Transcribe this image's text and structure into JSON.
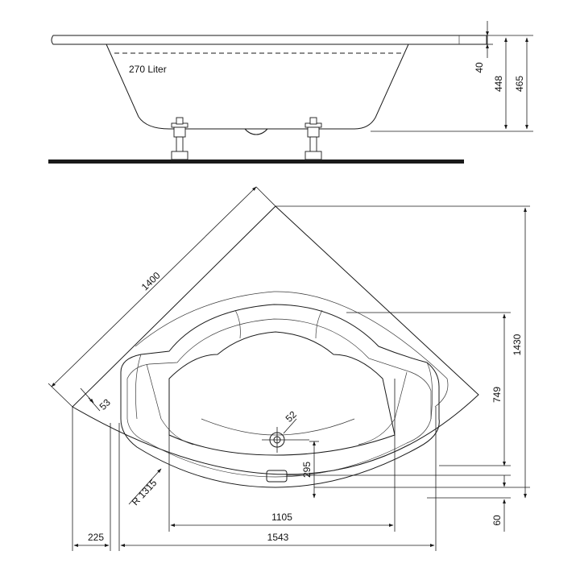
{
  "side_view": {
    "volume_label": "270 Liter",
    "dim_rim_thickness": "40",
    "dim_inner_height": "448",
    "dim_total_height": "465"
  },
  "top_view": {
    "dim_diagonal_side": "1400",
    "dim_rim_width": "53",
    "dim_height_total": "1430",
    "dim_seat_depth": "749",
    "dim_drain_diameter": "52",
    "dim_overflow_offset": "295",
    "dim_front_offset": "60",
    "dim_radius": "R 1315",
    "dim_inner_width": "1105",
    "dim_outer_width": "1543",
    "dim_side_offset": "225"
  }
}
